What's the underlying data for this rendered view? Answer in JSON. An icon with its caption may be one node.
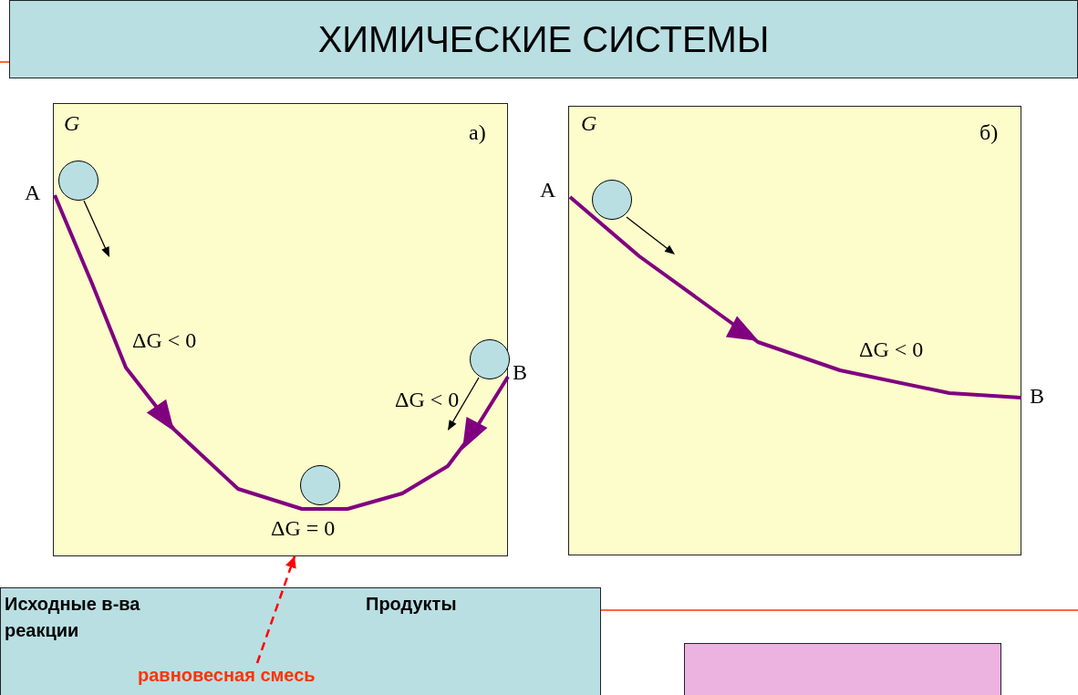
{
  "diagram": {
    "title": "ХИМИЧЕСКИЕ СИСТЕМЫ",
    "nodes": [
      {
        "text": [],
        "shape": "box"
      },
      {
        "text": [],
        "shape": "circle",
        "in": 0
      },
      {
        "text": [],
        "shape": "circle",
        "in": 0
      },
      {
        "text": [],
        "shape": "circle",
        "in": 0
      },
      {
        "text": [],
        "shape": "box"
      },
      {
        "text": [],
        "shape": "circle",
        "in": 4
      },
      {
        "text": [
          "Исходные в-ва",
          "Продукты",
          "реакции"
        ]
      },
      {
        "text": [
          "равновесная смесь"
        ],
        "in": 6
      },
      {
        "text": [],
        "shape": "box"
      }
    ],
    "edges": [
      {
        "from": 7,
        "to": 0,
        "arrow": "to",
        "style": "dashed",
        "color": "#ff0000"
      }
    ],
    "labels": [
      "G",
      "а)",
      "A",
      "ΔG < 0",
      "B",
      "ΔG < 0",
      "ΔG = 0",
      "G",
      "б)",
      "A",
      "ΔG < 0",
      "B"
    ]
  }
}
